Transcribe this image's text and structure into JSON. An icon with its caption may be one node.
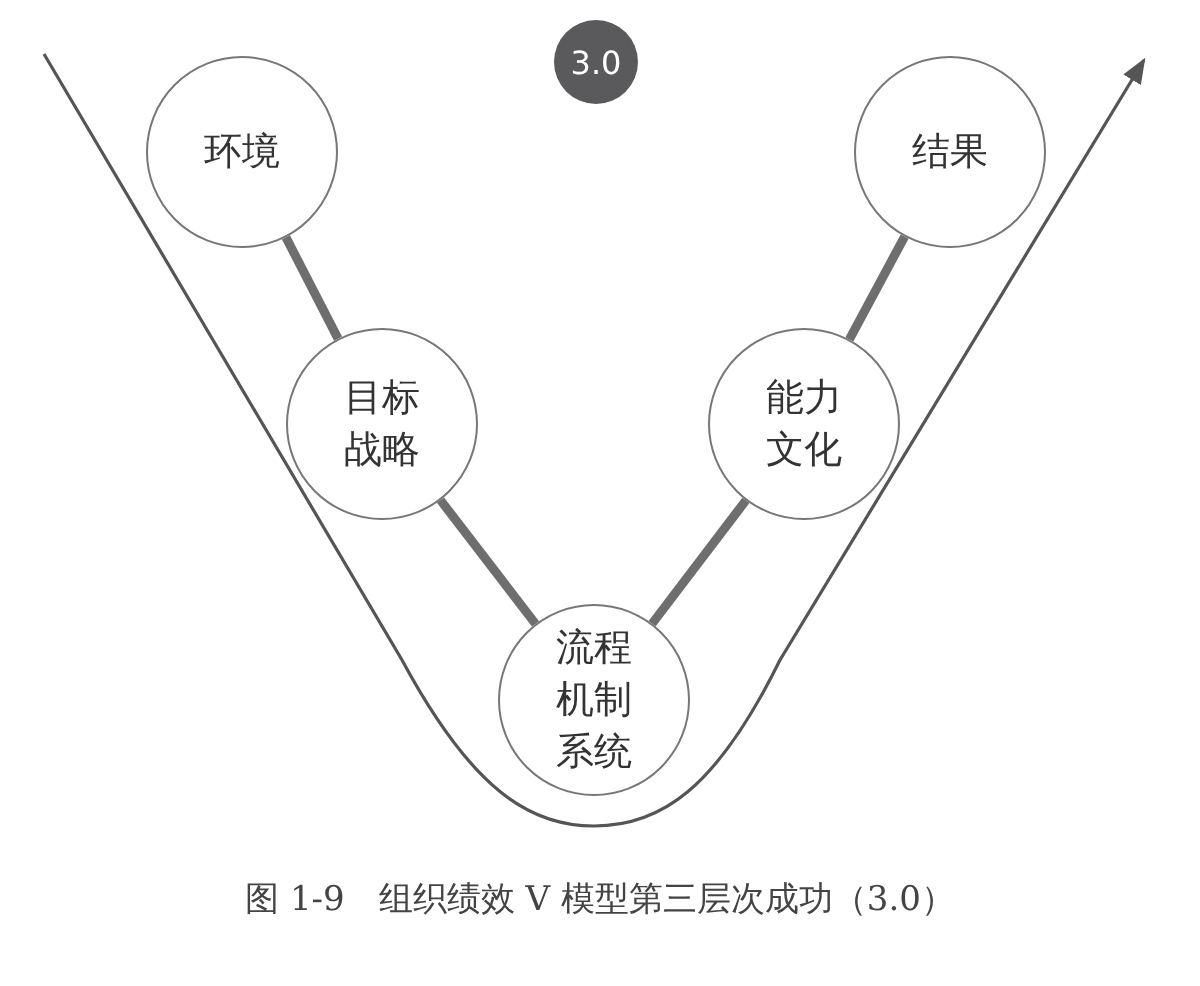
{
  "diagram": {
    "caption": "图 1-9　组织绩效 V 模型第三层次成功（3.0）",
    "nodes": [
      {
        "text": [
          "环境"
        ]
      },
      {
        "text": [
          "目标战略"
        ]
      },
      {
        "text": [
          "流程机制系统"
        ]
      },
      {
        "text": [
          "能力文化"
        ]
      },
      {
        "text": [
          "结果"
        ]
      },
      {
        "text": [
          "3.0"
        ]
      }
    ],
    "edges": [
      {
        "from": 0,
        "to": 1,
        "arrow": "none"
      },
      {
        "from": 1,
        "to": 2,
        "arrow": "none"
      },
      {
        "from": 2,
        "to": 3,
        "arrow": "none"
      },
      {
        "from": 3,
        "to": 4,
        "arrow": "none"
      }
    ]
  }
}
